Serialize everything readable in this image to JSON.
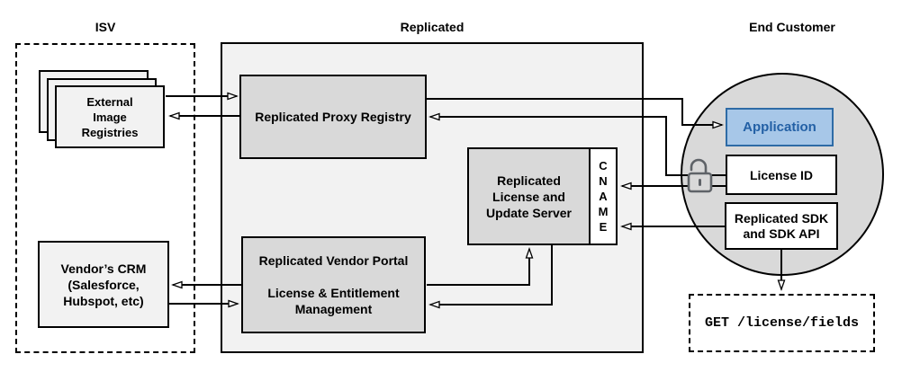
{
  "headers": {
    "isv": "ISV",
    "replicated": "Replicated",
    "end_customer": "End Customer"
  },
  "nodes": {
    "external_image_registries": {
      "label": "External\nImage\nRegistries"
    },
    "vendors_crm": {
      "label": "Vendor’s CRM\n(Salesforce,\nHubspot, etc)"
    },
    "proxy_registry": {
      "label": "Replicated Proxy Registry"
    },
    "license_update_server": {
      "label": "Replicated\nLicense and\nUpdate Server"
    },
    "cname": {
      "label": "CNAME"
    },
    "vendor_portal": {
      "label": "Replicated Vendor Portal\n\nLicense & Entitlement\nManagement"
    },
    "application": {
      "label": "Application"
    },
    "license_id": {
      "label": "License ID"
    },
    "replicated_sdk": {
      "label": "Replicated SDK\nand SDK API"
    },
    "get_license_fields": {
      "label": "GET /license/fields"
    }
  },
  "icons": {
    "unlock_icon": "open padlock (unlocked)"
  },
  "colors": {
    "section_fill": "#f2f2f2",
    "inner_box_fill": "#d9d9d9",
    "circle_fill": "#d9d9d9",
    "application_fill": "#a7c7e8",
    "application_border": "#2e6ba6",
    "application_text": "#2360a5",
    "line": "#000000",
    "lock": "#5f6368"
  }
}
